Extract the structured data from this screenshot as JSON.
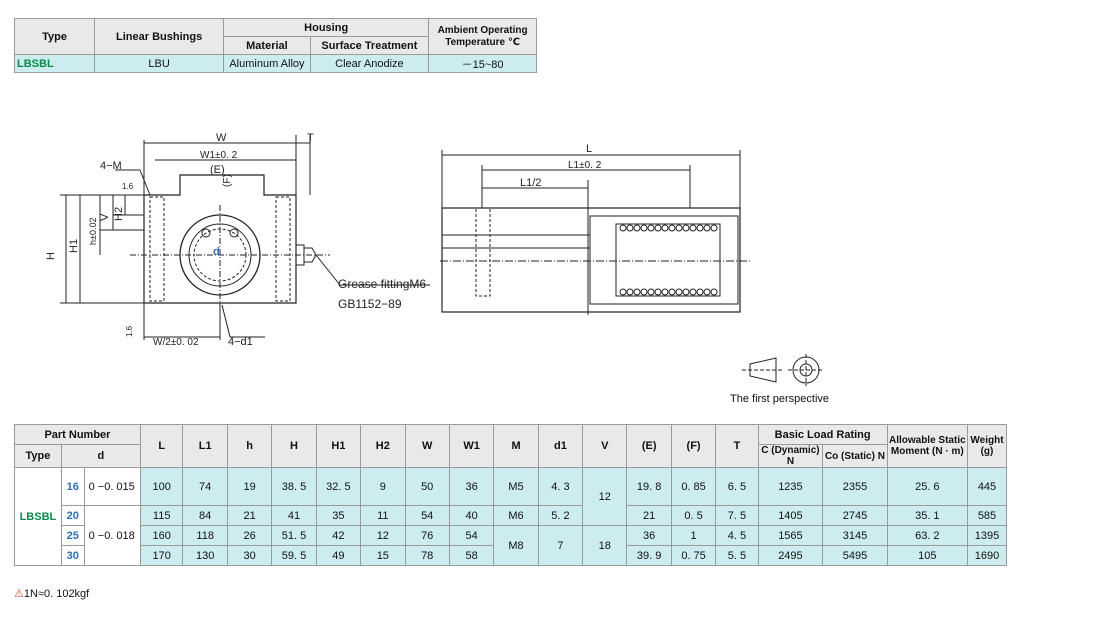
{
  "top_table": {
    "h_type": "Type",
    "h_bushing": "Linear Bushings",
    "h_housing": "Housing",
    "h_material": "Material",
    "h_surface": "Surface Treatment",
    "h_ambient": "Ambient Operating Temperature ℃",
    "row": {
      "type": "LBSBL",
      "bushing": "LBU",
      "material": "Aluminum Alloy",
      "surface": "Clear Anodize",
      "temp": "－15~80"
    }
  },
  "diagram_left": {
    "W": "W",
    "W1": "W1±0. 2",
    "E": "(E)",
    "F": "(F)",
    "M": "4−M",
    "T": "T",
    "V": "V",
    "H2": "H2",
    "h": "h±0.02",
    "H1": "H1",
    "H": "H",
    "half_w": "W/2±0. 02",
    "d1": "4−d1",
    "rough1": "1.6",
    "rough2": "1.6",
    "grease1": "Grease fittingM6",
    "grease2": "GB1152−89"
  },
  "diagram_right": {
    "L": "L",
    "L1": "L1±0. 2",
    "L1_half": "L1/2"
  },
  "perspective": {
    "label": "The first perspective"
  },
  "spec_table": {
    "h_part": "Part Number",
    "h_type": "Type",
    "h_d": "d",
    "cols": [
      "L",
      "L1",
      "h",
      "H",
      "H1",
      "H2",
      "W",
      "W1",
      "M",
      "d1",
      "V",
      "(E)",
      "(F)",
      "T"
    ],
    "h_basic": "Basic Load Rating",
    "h_dynamic": "C (Dynamic) N",
    "h_static": "Co (Static) N",
    "h_moment": "Allowable Static Moment (N · m)",
    "h_weight": "Weight (g)",
    "type_code": "LBSBL",
    "rows": [
      {
        "d": "16",
        "tol": "0 −0. 015",
        "L": "100",
        "L1": "74",
        "h": "19",
        "H": "38. 5",
        "H1": "32. 5",
        "H2": "9",
        "W": "50",
        "W1": "36",
        "M": "M5",
        "d1": "4. 3",
        "V": "12",
        "E": "19. 8",
        "F": "0. 85",
        "T": "6. 5",
        "C": "1235",
        "Co": "2355",
        "moment": "25. 6",
        "weight": "445"
      },
      {
        "d": "20",
        "tol": "0 −0. 018",
        "L": "115",
        "L1": "84",
        "h": "21",
        "H": "41",
        "H1": "35",
        "H2": "11",
        "W": "54",
        "W1": "40",
        "M": "M6",
        "d1": "5. 2",
        "V": "",
        "E": "21",
        "F": "0. 5",
        "T": "7. 5",
        "C": "1405",
        "Co": "2745",
        "moment": "35. 1",
        "weight": "585"
      },
      {
        "d": "25",
        "tol": "",
        "L": "160",
        "L1": "118",
        "h": "26",
        "H": "51. 5",
        "H1": "42",
        "H2": "12",
        "W": "76",
        "W1": "54",
        "M": "M8",
        "d1": "7",
        "V": "18",
        "E": "36",
        "F": "1",
        "T": "4. 5",
        "C": "1565",
        "Co": "3145",
        "moment": "63. 2",
        "weight": "1395"
      },
      {
        "d": "30",
        "tol": "",
        "L": "170",
        "L1": "130",
        "h": "30",
        "H": "59. 5",
        "H1": "49",
        "H2": "15",
        "W": "78",
        "W1": "58",
        "M": "",
        "d1": "",
        "V": "",
        "E": "39. 9",
        "F": "0. 75",
        "T": "5. 5",
        "C": "2495",
        "Co": "5495",
        "moment": "105",
        "weight": "1690"
      }
    ]
  },
  "footnote": {
    "icon": "warning-icon",
    "text": "1N≈0. 102kgf"
  }
}
